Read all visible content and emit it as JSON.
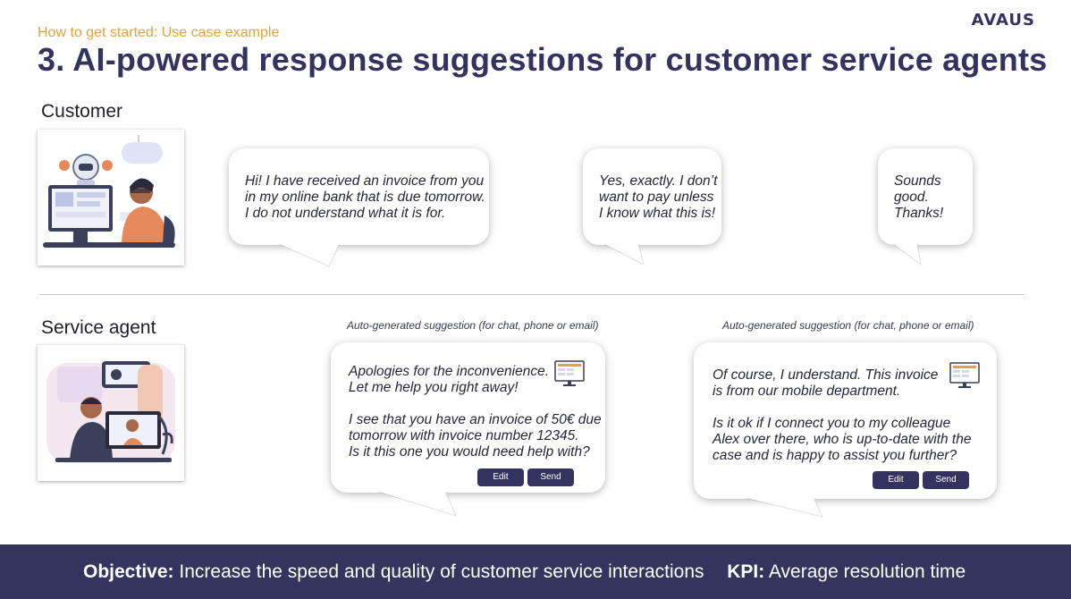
{
  "header": {
    "subtitle": "How to get started: Use case example",
    "title": "3. AI-powered response suggestions for customer service agents",
    "logo": "AVAUS"
  },
  "customer": {
    "label": "Customer",
    "messages": [
      "Hi! I have received an invoice from you\nin my online bank that is due tomorrow.\nI do not understand what it is for.",
      "Yes, exactly. I don’t\nwant to pay unless\nI know what this is!",
      "Sounds\ngood.\nThanks!"
    ]
  },
  "agent": {
    "label": "Service agent",
    "suggestions": [
      {
        "caption": "Auto-generated suggestion (for chat, phone or email)",
        "text": "Apologies for the inconvenience.\nLet me help you right away!\n\nI see that you have an invoice of 50€ due\ntomorrow with invoice number 12345.\nIs it this one you would need help with?",
        "edit_label": "Edit",
        "send_label": "Send"
      },
      {
        "caption": "Auto-generated suggestion (for chat, phone or email)",
        "text": "Of course, I understand. This invoice\nis from our mobile department.\n\nIs it ok if I connect you to my colleague\nAlex over there, who is up-to-date with the\ncase and is happy to assist you further?",
        "edit_label": "Edit",
        "send_label": "Send"
      }
    ]
  },
  "footer": {
    "objective_label": "Objective:",
    "objective_text": "Increase the speed and quality of customer service interactions",
    "kpi_label": "KPI:",
    "kpi_text": "Average resolution time"
  },
  "colors": {
    "primary": "#34325e",
    "accent": "#e8a13a",
    "footer_bg": "#35345f"
  }
}
